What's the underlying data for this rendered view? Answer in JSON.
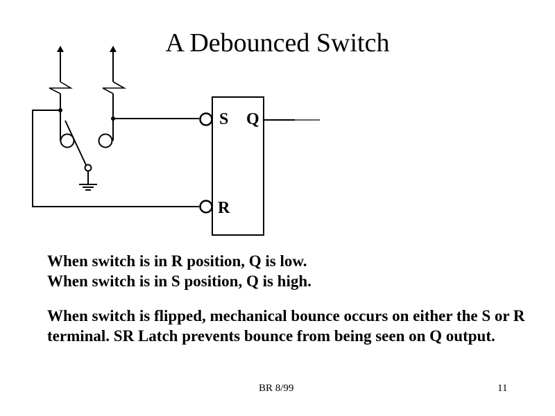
{
  "slide": {
    "title": "A Debounced Switch",
    "diagram": {
      "latch_inputs": {
        "s": "S",
        "r": "R"
      },
      "latch_output": "Q",
      "components": [
        "pull-up-resistor-left",
        "pull-up-resistor-right",
        "spdt-switch",
        "ground",
        "sr-latch"
      ]
    },
    "text": {
      "line1": "When switch is in R position, Q is low.",
      "line2": "When switch is in S position, Q is high.",
      "paragraph": "When switch is flipped, mechanical bounce occurs on either the S or R terminal.  SR Latch prevents bounce from being seen on Q output."
    },
    "footer": {
      "left": "BR 8/99",
      "page_number": "11"
    }
  }
}
